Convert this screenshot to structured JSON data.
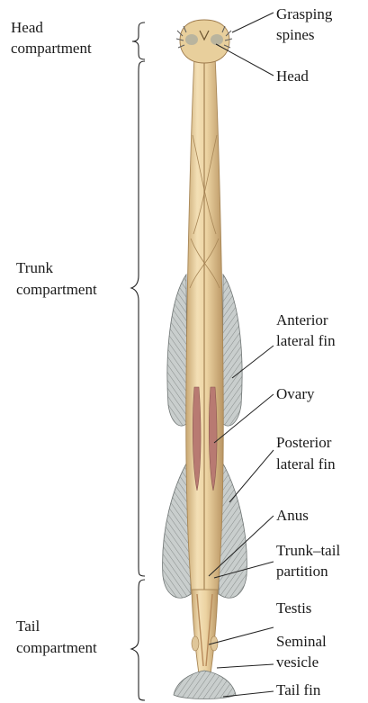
{
  "compartments": [
    {
      "id": "head",
      "lines": [
        "Head",
        "compartment"
      ]
    },
    {
      "id": "trunk",
      "lines": [
        "Trunk",
        "compartment"
      ]
    },
    {
      "id": "tail",
      "lines": [
        "Tail",
        "compartment"
      ]
    }
  ],
  "structures": [
    {
      "id": "grasping-spines",
      "lines": [
        "Grasping",
        "spines"
      ]
    },
    {
      "id": "head",
      "lines": [
        "Head"
      ]
    },
    {
      "id": "anterior-lateral-fin",
      "lines": [
        "Anterior",
        "lateral fin"
      ]
    },
    {
      "id": "ovary",
      "lines": [
        "Ovary"
      ]
    },
    {
      "id": "posterior-lateral-fin",
      "lines": [
        "Posterior",
        "lateral fin"
      ]
    },
    {
      "id": "anus",
      "lines": [
        "Anus"
      ]
    },
    {
      "id": "trunk-tail-partition",
      "lines": [
        "Trunk–tail",
        "partition"
      ]
    },
    {
      "id": "testis",
      "lines": [
        "Testis"
      ]
    },
    {
      "id": "seminal-vesicle",
      "lines": [
        "Seminal",
        "vesicle"
      ]
    },
    {
      "id": "tail-fin",
      "lines": [
        "Tail fin"
      ]
    }
  ],
  "colors": {
    "body": "#ecd3a2",
    "body_shade": "#c9a873",
    "fin": "#c4c9c8",
    "fin_line": "#7a8080",
    "organ": "#b87a72",
    "ink": "#1a1a1a"
  }
}
